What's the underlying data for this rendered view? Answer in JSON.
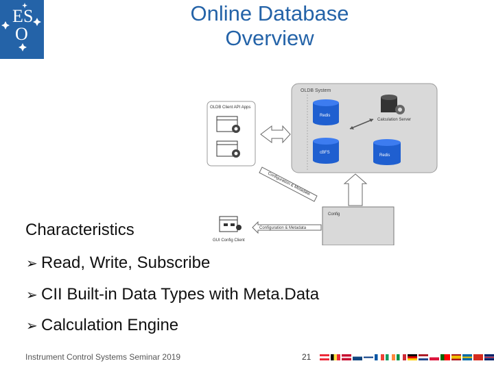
{
  "title": {
    "line1": "Online Database",
    "line2": "Overview"
  },
  "logo": {
    "text": "ESO",
    "icon": "eso-logo"
  },
  "diagram": {
    "system_label": "OLDB System",
    "client_api_label": "OLDB Client API Apps",
    "redis_top": "Redis",
    "redis_mid": "cBFS",
    "redis_right": "Redis",
    "calc_label": "Calculation Server",
    "config_meta_arrow": "Configuration & Metadata",
    "config_box": "Config",
    "config_meta_label": "Configuration & Metadata",
    "gui_label": "GUI Config Client"
  },
  "subheading": "Characteristics",
  "bullets": [
    "Read, Write, Subscribe",
    "CII Built-in Data Types with Meta.Data",
    "Calculation Engine"
  ],
  "footer": {
    "text": "Instrument Control Systems Seminar 2019",
    "page": "21"
  },
  "colors": {
    "accent": "#2463a8"
  }
}
